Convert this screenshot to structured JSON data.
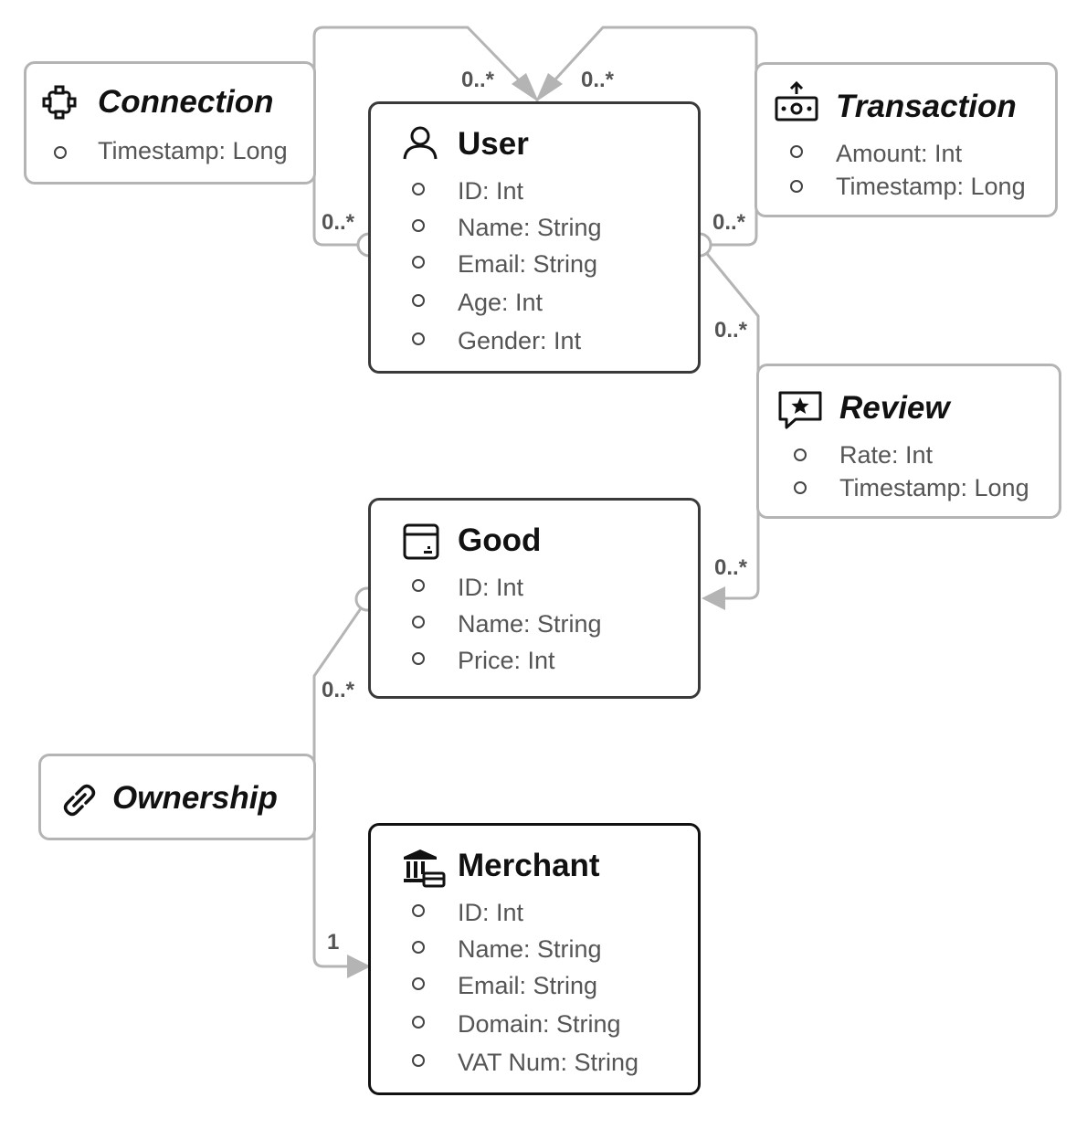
{
  "entities": {
    "user": {
      "name": "User",
      "icon": "user-icon",
      "attributes": [
        "ID: Int",
        "Name: String",
        "Email: String",
        "Age: Int",
        "Gender: Int"
      ]
    },
    "good": {
      "name": "Good",
      "icon": "box-icon",
      "attributes": [
        "ID: Int",
        "Name: String",
        "Price: Int"
      ]
    },
    "merchant": {
      "name": "Merchant",
      "icon": "bank-icon",
      "attributes": [
        "ID: Int",
        "Name: String",
        "Email: String",
        "Domain: String",
        "VAT Num: String"
      ]
    }
  },
  "relationships": {
    "connection": {
      "name": "Connection",
      "icon": "network-icon",
      "attributes": [
        "Timestamp: Long"
      ]
    },
    "transaction": {
      "name": "Transaction",
      "icon": "money-transfer-icon",
      "attributes": [
        "Amount: Int",
        "Timestamp: Long"
      ]
    },
    "review": {
      "name": "Review",
      "icon": "star-comment-icon",
      "attributes": [
        "Rate: Int",
        "Timestamp: Long"
      ]
    },
    "ownership": {
      "name": "Ownership",
      "icon": "link-icon",
      "attributes": []
    }
  },
  "cardinalities": {
    "connection_source": "0..*",
    "connection_target": "0..*",
    "transaction_source": "0..*",
    "transaction_target": "0..*",
    "review_source": "0..*",
    "review_target": "0..*",
    "ownership_source": "0..*",
    "ownership_target": "1"
  },
  "colors": {
    "edge": "#b4b4b4",
    "entity_border": "#3a3a3a",
    "text": "#111111",
    "attribute_text": "#555555"
  }
}
